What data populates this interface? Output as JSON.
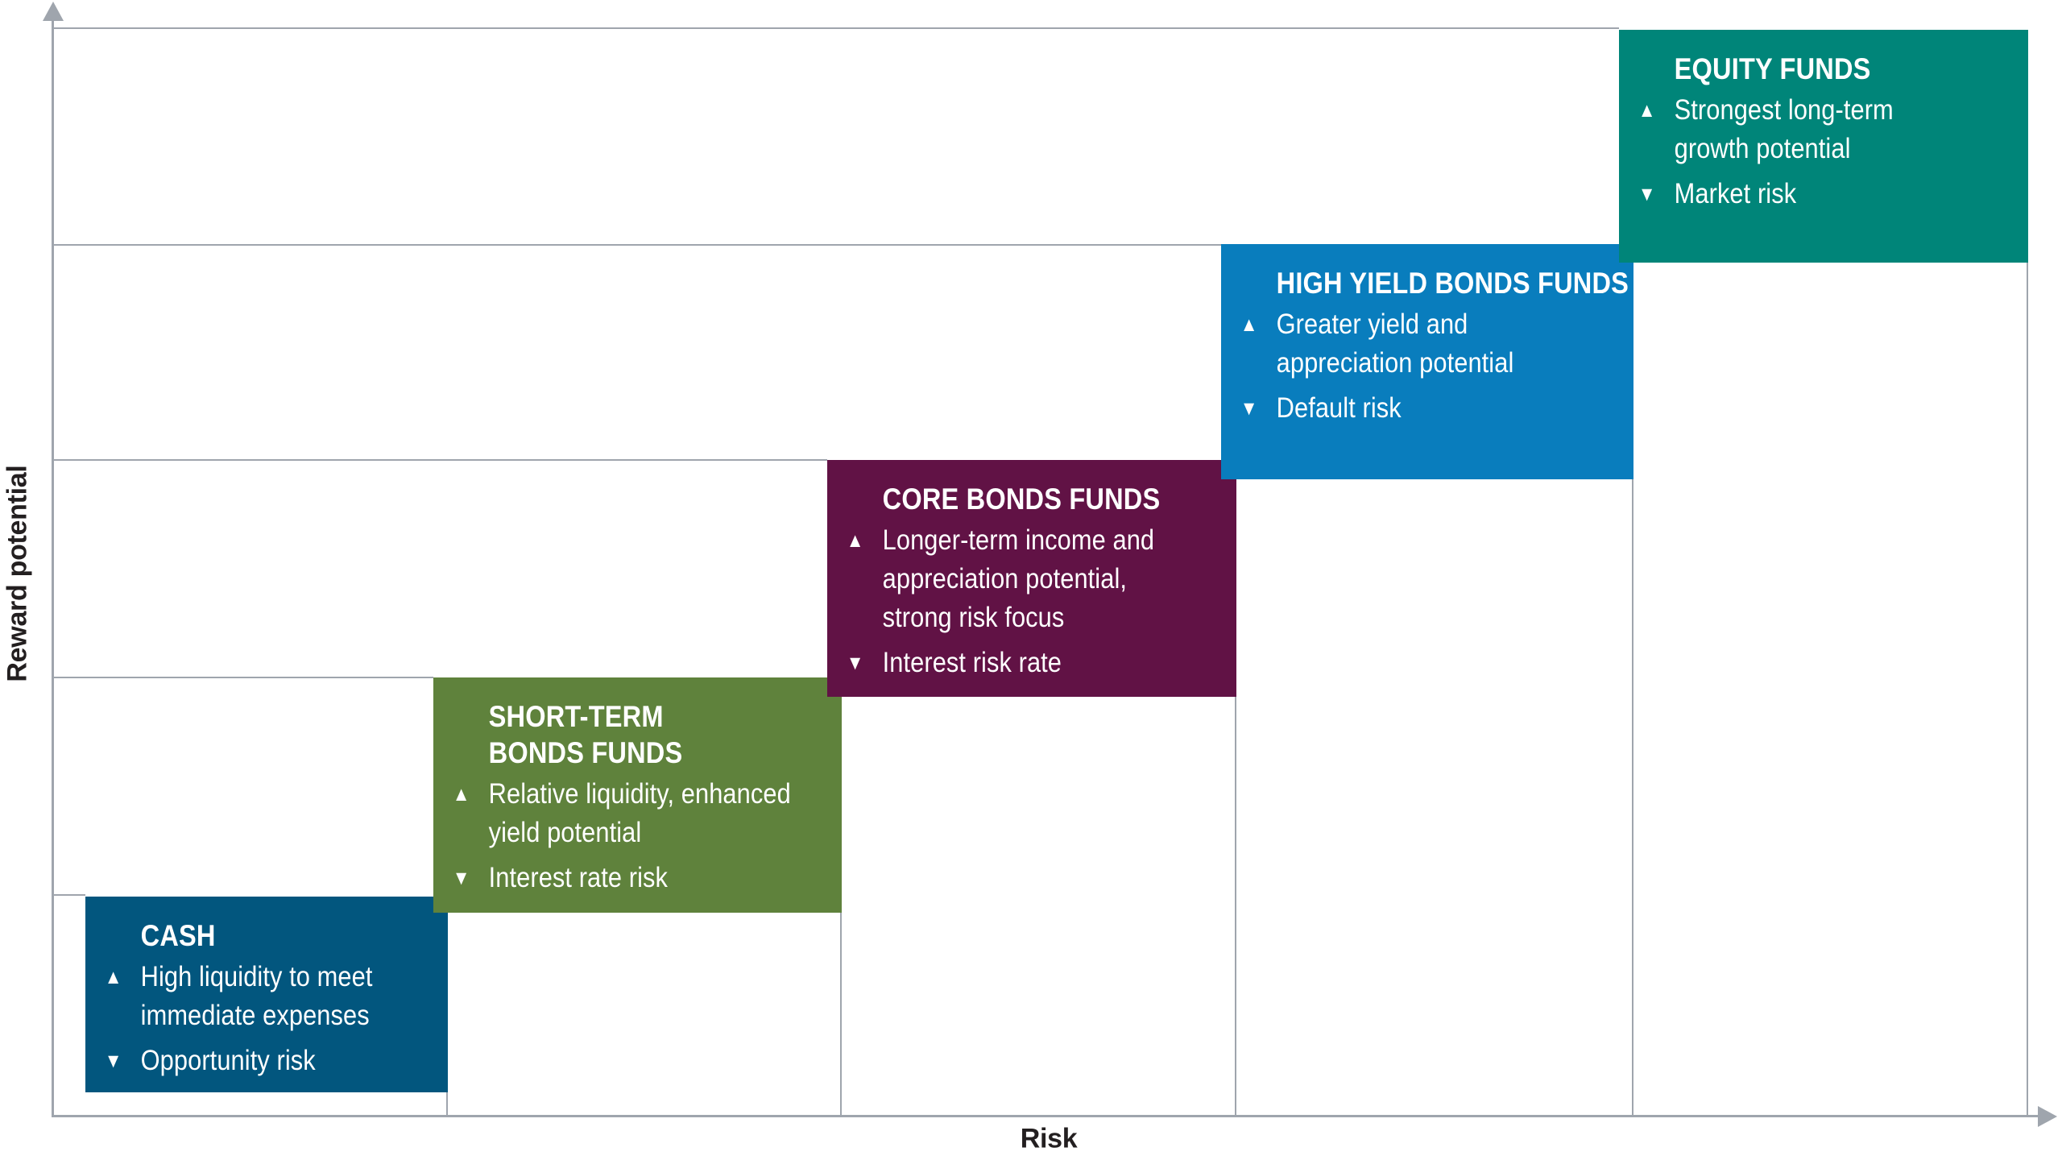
{
  "chart": {
    "type": "risk-reward-step-diagram",
    "x_axis_label": "Risk",
    "y_axis_label": "Reward potential",
    "grid_color": "#9FA5AD",
    "axis_label_color": "#231F20",
    "box_text_color": "#FFFFFF",
    "up_marker": "▲",
    "down_marker": "▼",
    "boxes": [
      {
        "title": "CASH",
        "benefit": "High liquidity to meet\nimmediate expenses",
        "risk": "Opportunity risk",
        "color": "#02567E"
      },
      {
        "title": "SHORT-TERM\nBONDS FUNDS",
        "benefit": "Relative liquidity, enhanced\nyield potential",
        "risk": "Interest rate risk",
        "color": "#5F823C"
      },
      {
        "title": "CORE BONDS FUNDS",
        "benefit": "Longer-term income and\nappreciation potential,\nstrong risk focus",
        "risk": "Interest risk rate",
        "color": "#611245"
      },
      {
        "title": "HIGH YIELD BONDS FUNDS",
        "benefit": "Greater yield and\nappreciation potential",
        "risk": "Default risk",
        "color": "#097DBD"
      },
      {
        "title": "EQUITY FUNDS",
        "benefit": "Strongest long-term\ngrowth potential",
        "risk": "Market risk",
        "color": "#008579"
      }
    ]
  }
}
